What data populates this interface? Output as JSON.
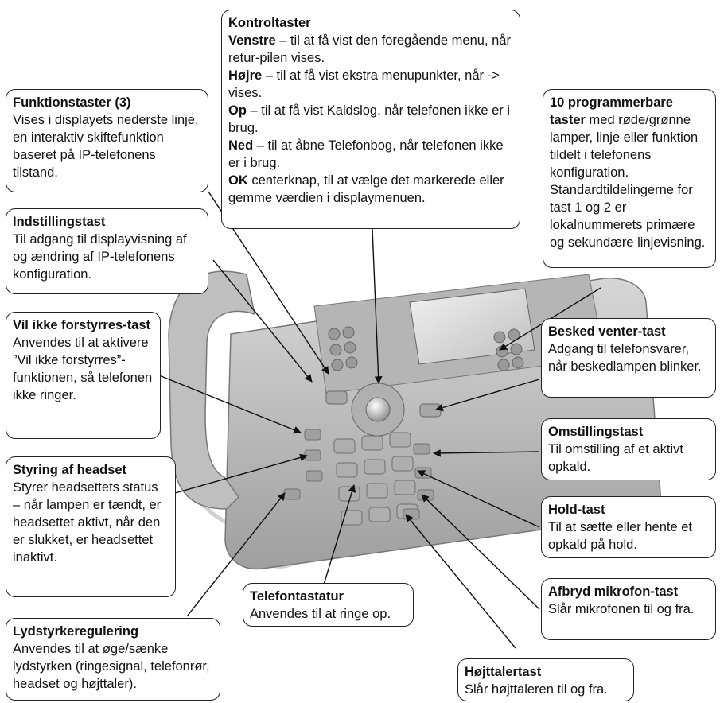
{
  "callouts": {
    "kontroltaster": {
      "title": "Kontroltaster",
      "items": [
        {
          "key": "Venstre",
          "text": " – til at få vist den foregående menu, når retur-pilen vises."
        },
        {
          "key": "Højre",
          "text": " – til at få vist ekstra menupunkter, når -> vises."
        },
        {
          "key": "Op",
          "text": " – til at få vist Kaldslog, når telefonen ikke er i brug."
        },
        {
          "key": "Ned",
          "text": " – til at åbne Telefonbog, når telefonen ikke er i brug."
        },
        {
          "key": "OK",
          "text": " centerknap, til at vælge det markerede eller gemme værdien i displaymenuen."
        }
      ]
    },
    "funktionstaster": {
      "title": "Funktionstaster (3)",
      "text": "Vises i displayets nederste linje, en interaktiv skiftefunktion baseret på IP-telefonens tilstand."
    },
    "programmerbare": {
      "title": "10 programmerbare taster",
      "text": " med røde/grønne lamper, linje eller funktion tildelt i telefonens konfiguration. Standardtildelingerne for tast 1 og 2 er lokalnummerets primære og sekundære linjevisning."
    },
    "indstillingstast": {
      "title": "Indstillingstast",
      "text": "Til adgang til displayvisning af og ændring af IP-telefonens konfiguration."
    },
    "vil_ikke": {
      "title": "Vil ikke forstyrres-tast",
      "text": "Anvendes til at aktivere ”Vil ikke forstyrres”-funktionen, så telefonen ikke ringer."
    },
    "besked": {
      "title": "Besked venter-tast",
      "text": "Adgang til telefonsvarer, når beskedlampen blinker."
    },
    "omstilling": {
      "title": "Omstillingstast",
      "text": "Til omstilling af et aktivt opkald."
    },
    "headset": {
      "title": "Styring af headset",
      "text": "Styrer headsettets status – når lampen er tændt, er headsettet aktivt, når den er slukket, er headsettet inaktivt."
    },
    "hold": {
      "title": "Hold-tast",
      "text": "Til at sætte eller hente et opkald på hold."
    },
    "afbryd": {
      "title": "Afbryd mikrofon-tast",
      "text": "Slår mikrofonen til og fra."
    },
    "telefontastatur": {
      "title": "Telefontastatur",
      "text": "Anvendes til at ringe op."
    },
    "lydstyrke": {
      "title": "Lydstyrkeregulering",
      "text": "Anvendes til at øge/sænke lydstyrken (ringesignal, telefonrør, headset og højttaler)."
    },
    "hojttaler": {
      "title": "Højttalertast",
      "text": "Slår højttaleren til og fra."
    }
  }
}
